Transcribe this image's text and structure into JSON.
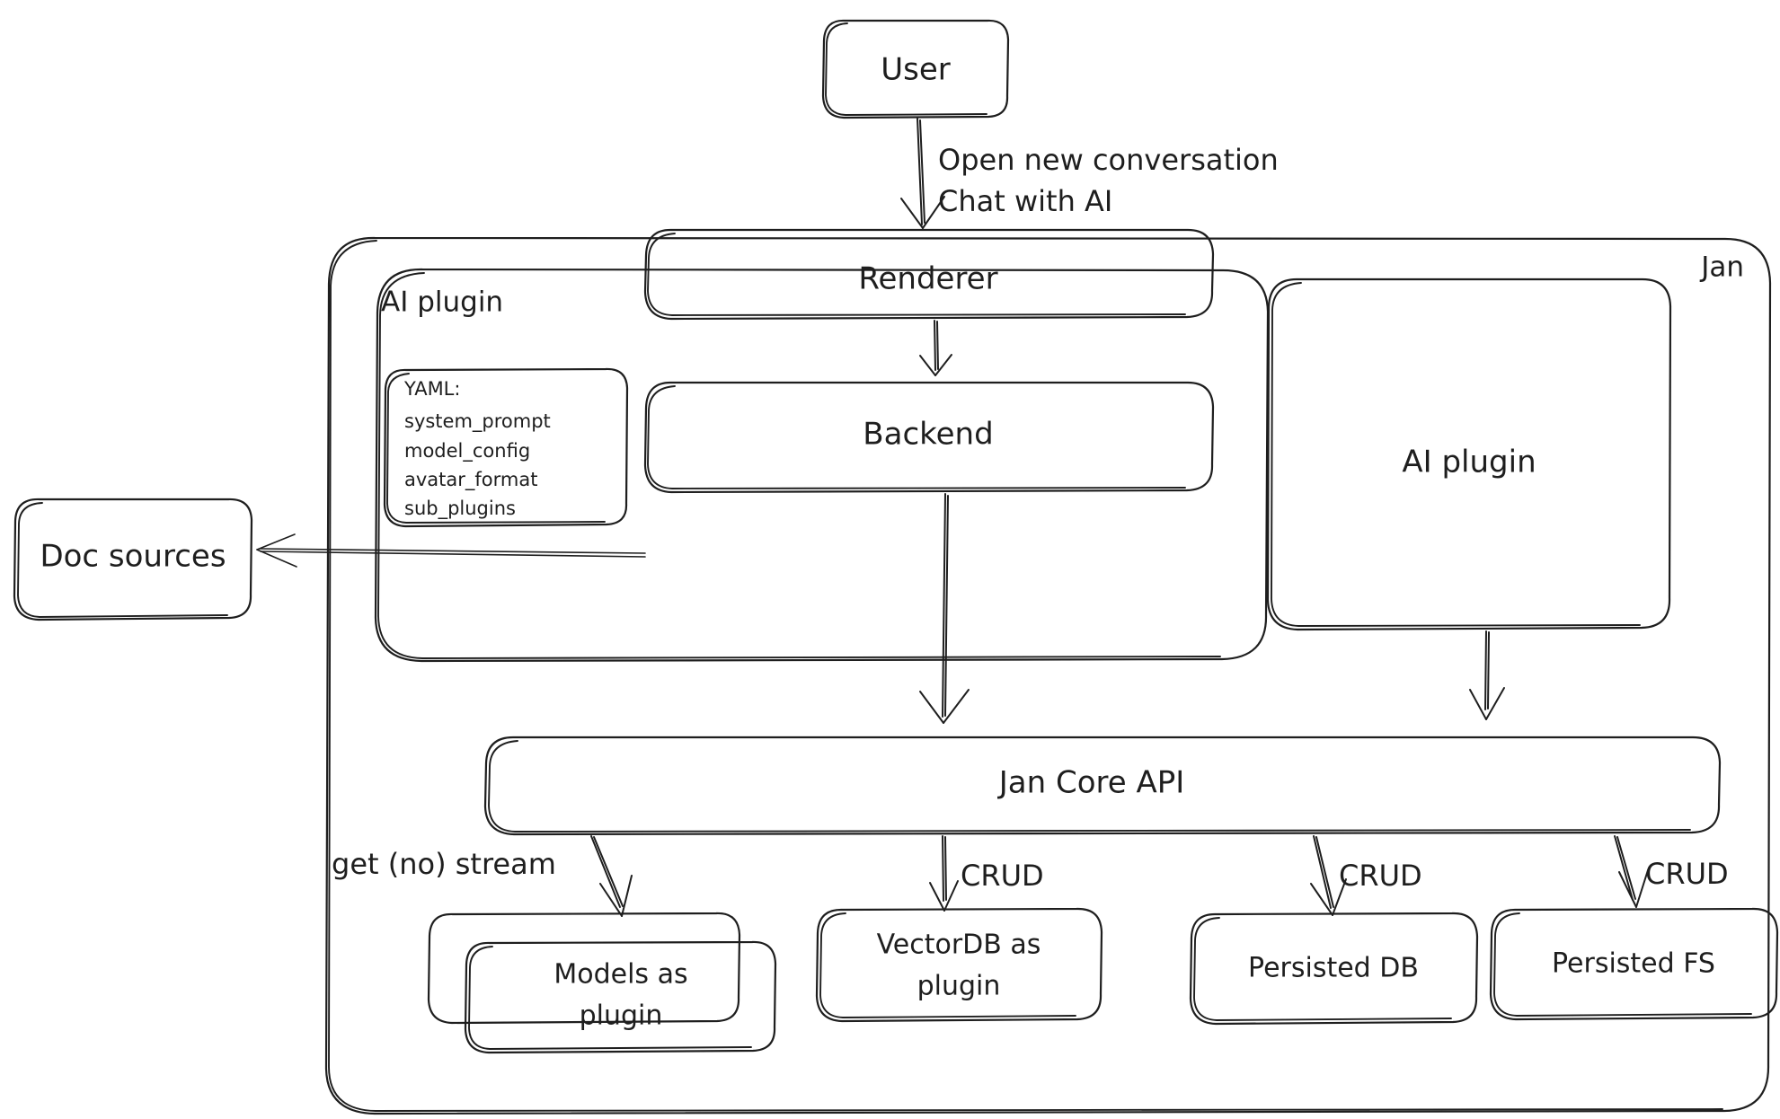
{
  "diagram": {
    "title_visible": false,
    "style": "hand-drawn-sketch",
    "stroke_color": "#1e1e1e",
    "background_color": "#ffffff",
    "containers": {
      "jan": {
        "label": "Jan"
      },
      "ai_plugin_group": {
        "label": "AI plugin"
      }
    },
    "nodes": {
      "user": {
        "label": "User"
      },
      "renderer": {
        "label": "Renderer"
      },
      "backend": {
        "label": "Backend"
      },
      "ai_plugin_right": {
        "label": "AI plugin"
      },
      "jan_core_api": {
        "label": "Jan Core API"
      },
      "doc_sources": {
        "label": "Doc sources"
      },
      "models_as_plugin": {
        "label_line1": "Models as",
        "label_line2": "plugin"
      },
      "vectordb_as_plugin": {
        "label_line1": "VectorDB as",
        "label_line2": "plugin"
      },
      "persisted_db": {
        "label": "Persisted DB"
      },
      "persisted_fs": {
        "label": "Persisted FS"
      }
    },
    "yaml_note": {
      "heading": "YAML:",
      "lines": [
        "system_prompt",
        "model_config",
        "avatar_format",
        "sub_plugins"
      ]
    },
    "edge_labels": {
      "user_to_renderer_line1": "Open new conversation",
      "user_to_renderer_line2": "Chat with AI",
      "core_to_models": "get (no) stream",
      "core_to_vectordb": "CRUD",
      "core_to_persisted_db": "CRUD",
      "core_to_persisted_fs": "CRUD"
    }
  }
}
